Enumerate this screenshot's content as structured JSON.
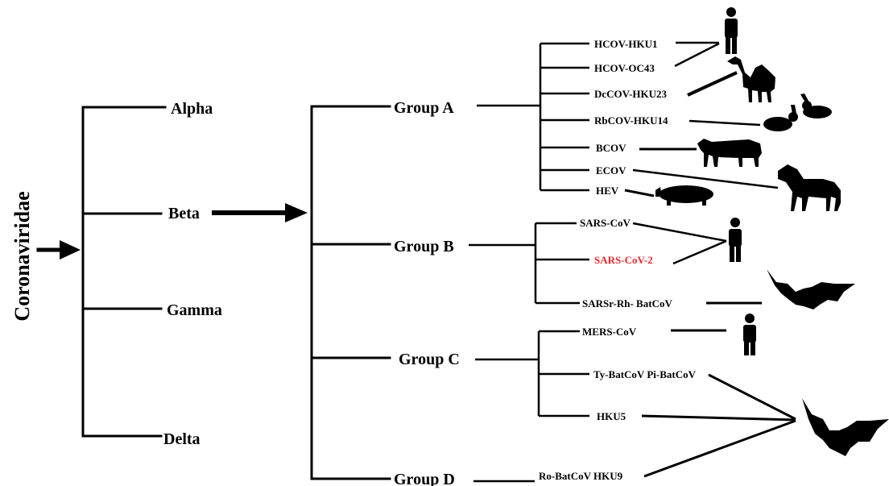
{
  "root": {
    "label": "Coronaviridae"
  },
  "genera": {
    "alpha": "Alpha",
    "beta": "Beta",
    "gamma": "Gamma",
    "delta": "Delta"
  },
  "groups": {
    "a": "Group A",
    "b": "Group B",
    "c": "Group C",
    "d": "Group D"
  },
  "viruses": {
    "hcov_hku1": "HCOV-HKU1",
    "hcov_oc43": "HCOV-OC43",
    "dccov_hku23": "DcCOV-HKU23",
    "rbcov_hku14": "RbCOV-HKU14",
    "bcov": "BCOV",
    "ecov": "ECOV",
    "hev": "HEV",
    "sars_cov": "SARS-CoV",
    "sars_cov_2": "SARS-CoV-2",
    "sarsr_rh_batcov": "SARSr-Rh- BatCoV",
    "mers_cov": "MERS-CoV",
    "ty_pi_batcov": "Ty-BatCoV Pi-BatCoV",
    "hku5": "HKU5",
    "ro_batcov_hku9": "Ro-BatCoV HKU9"
  },
  "hosts": [
    "human",
    "camel",
    "rabbit",
    "cow",
    "horse",
    "pig",
    "bat"
  ],
  "colors": {
    "highlight": "#e8262b",
    "line": "#000000"
  }
}
